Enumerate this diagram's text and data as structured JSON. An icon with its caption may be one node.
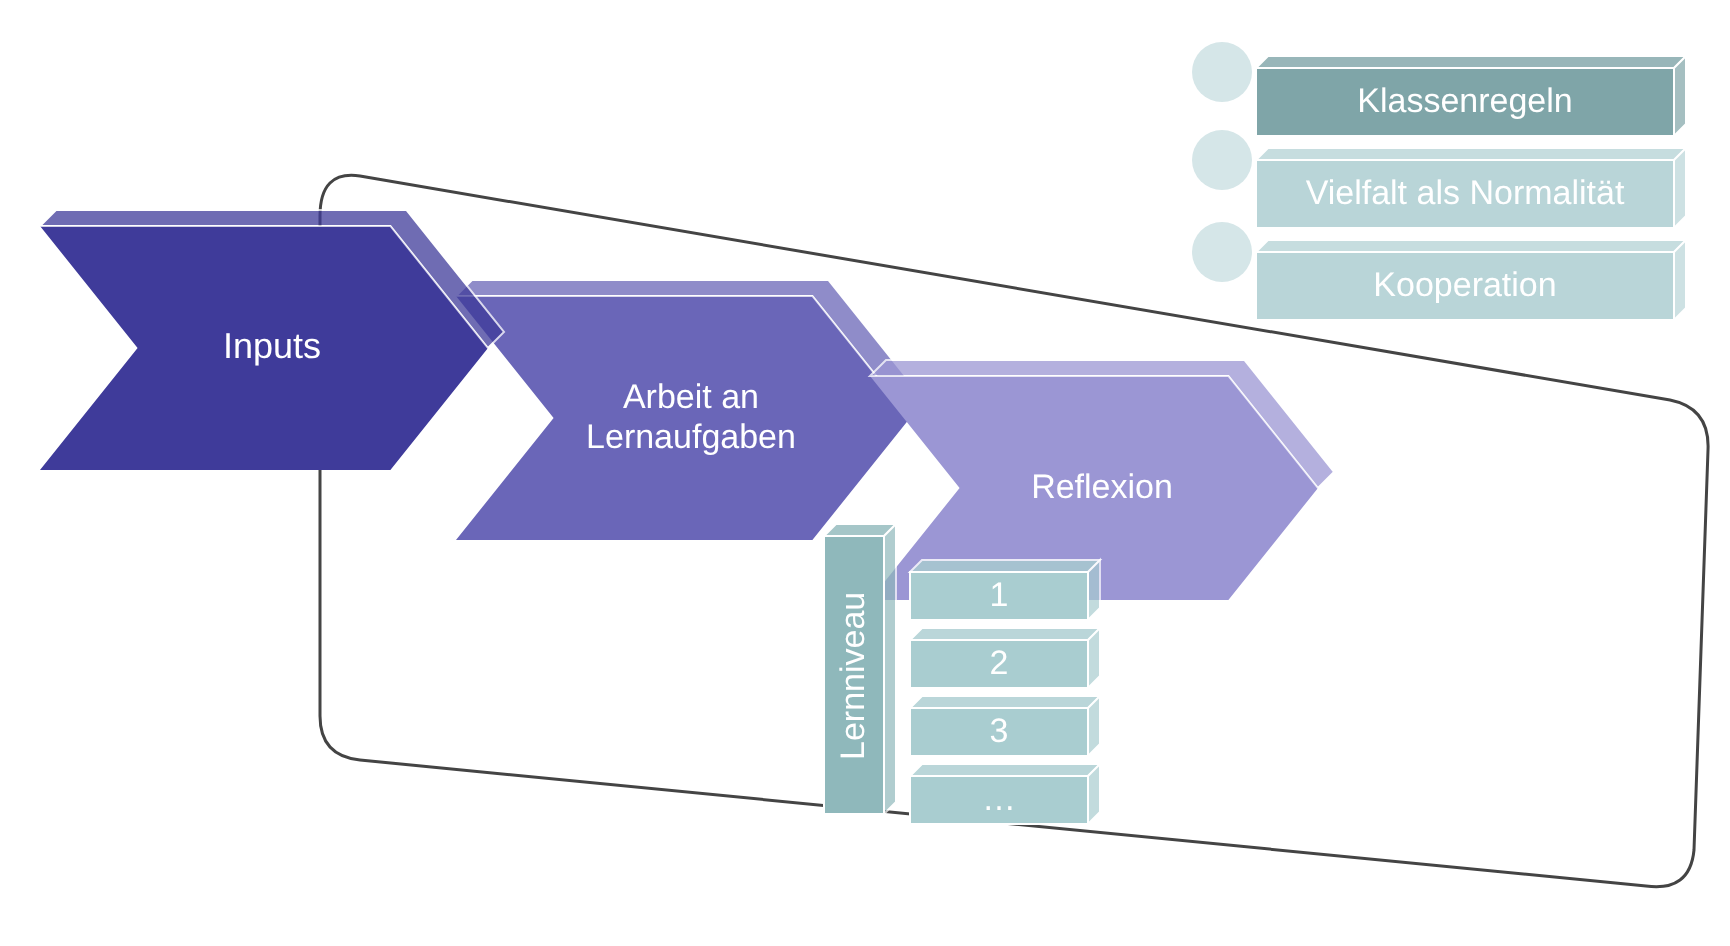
{
  "diagram": {
    "nodes": [
      {
        "text": [],
        "shape": "circle"
      },
      {
        "text": [
          "Klassenregeln"
        ]
      },
      {
        "text": [],
        "shape": "circle"
      },
      {
        "text": [
          "Vielfalt als Normalität"
        ]
      },
      {
        "text": [],
        "shape": "circle"
      },
      {
        "text": [
          "Kooperation"
        ]
      },
      {
        "text": [],
        "shape": "box"
      },
      {
        "text": [
          "Inputs"
        ]
      },
      {
        "text": [
          "Arbeit an Lernaufgaben"
        ],
        "in": 6
      },
      {
        "text": [
          "Reflexion"
        ],
        "in": 6
      },
      {
        "text": [
          "Lernniveau"
        ],
        "in": 6
      },
      {
        "text": [
          "1"
        ],
        "in": 6
      },
      {
        "text": [
          "2"
        ],
        "in": 6
      },
      {
        "text": [
          "3"
        ],
        "in": 6
      },
      {
        "text": [
          "…"
        ],
        "in": 6
      }
    ],
    "edges": []
  }
}
